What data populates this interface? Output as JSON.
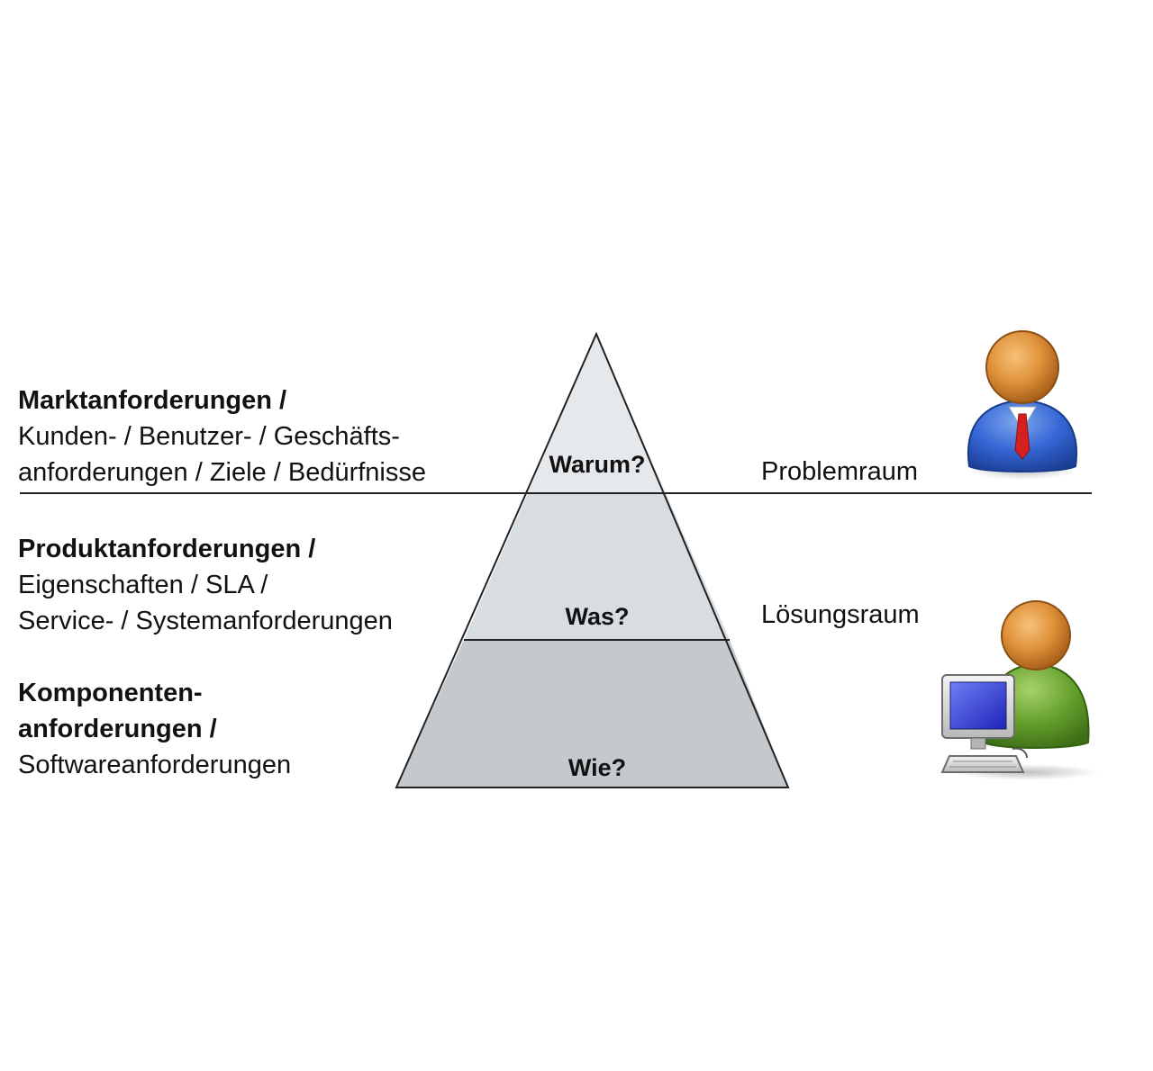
{
  "levels": [
    {
      "bold_lines": [
        "Marktanforderungen /"
      ],
      "normal_lines": [
        "Kunden- / Benutzer- / Geschäfts-",
        "anforderungen / Ziele / Bedürfnisse"
      ],
      "question": "Warum?"
    },
    {
      "bold_lines": [
        "Produktanforderungen /"
      ],
      "normal_lines": [
        "Eigenschaften / SLA /",
        "Service- / Systemanforderungen"
      ],
      "question": "Was?"
    },
    {
      "bold_lines": [
        "Komponenten-",
        "anforderungen /"
      ],
      "normal_lines": [
        "Softwareanforderungen"
      ],
      "question": "Wie?"
    }
  ],
  "spaces": {
    "problem": "Problemraum",
    "solution": "Lösungsraum"
  },
  "icons": {
    "problem": "business-user-icon",
    "solution": "computer-user-icon"
  },
  "colors": {
    "tier_top": "#e6e9ec",
    "tier_middle": "#d8dde1",
    "tier_bottom": "#c3c9cd",
    "outline": "#222222",
    "user_head": "#d98a2b",
    "user_suit": "#2f66d1",
    "user_tie": "#d42020",
    "developer_body": "#5f9e2b",
    "monitor_screen": "#2a36d6"
  }
}
